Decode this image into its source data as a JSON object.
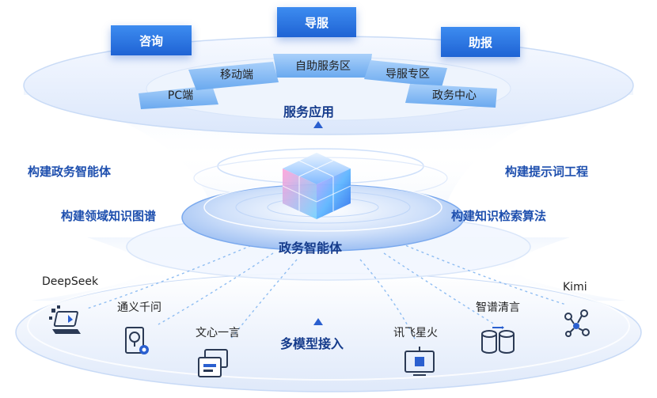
{
  "top_tabs": {
    "consult": "咨询",
    "guide": "导服",
    "assist": "助报"
  },
  "channels": {
    "pc": "PC端",
    "mobile": "移动端",
    "self_service": "自助服务区",
    "guide_zone": "导服专区",
    "gov_center": "政务中心"
  },
  "layers": {
    "service_apps": "服务应用",
    "gov_agent": "政务智能体",
    "multi_model": "多模型接入"
  },
  "capabilities": {
    "build_agent": "构建政务智能体",
    "build_kg": "构建领域知识图谱",
    "build_prompt": "构建提示词工程",
    "build_retrieval": "构建知识检索算法"
  },
  "models": {
    "deepseek": "DeepSeek",
    "tongyi": "通义千问",
    "wenxin": "文心一言",
    "xunfei": "讯飞星火",
    "zhipu": "智谱清言",
    "kimi": "Kimi"
  },
  "colors": {
    "accent": "#1f63d4",
    "label_blue": "#1e4fae",
    "pill_blue": "#8fc0f5"
  },
  "icons": {
    "deepseek": "laptop-cubes-icon",
    "tongyi": "lightbulb-gear-icon",
    "wenxin": "stacked-windows-icon",
    "xunfei": "monitor-chip-icon",
    "zhipu": "database-exchange-icon",
    "kimi": "network-graph-icon"
  }
}
